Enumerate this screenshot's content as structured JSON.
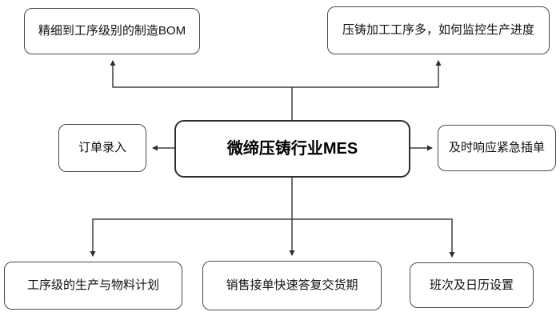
{
  "diagram": {
    "center_node": {
      "label": "微缔压铸行业MES"
    },
    "top_left_node": {
      "label": "精细到工序级别的制造BOM"
    },
    "top_right_node": {
      "label": "压铸加工工序多，如何监控生产进度"
    },
    "left_node": {
      "label": "订单录入"
    },
    "right_node": {
      "label": "及时响应紧急插单"
    },
    "bottom_left_node": {
      "label": "工序级的生产与物料计划"
    },
    "bottom_center_node": {
      "label": "销售接单快速答复交货期"
    },
    "bottom_right_node": {
      "label": "班次及日历设置"
    },
    "colors": {
      "background": "#ffffff",
      "box_border": "#4a4a4a",
      "center_box_border": "#2f2f2f",
      "connector_line": "#404040",
      "text": "#111111"
    }
  }
}
